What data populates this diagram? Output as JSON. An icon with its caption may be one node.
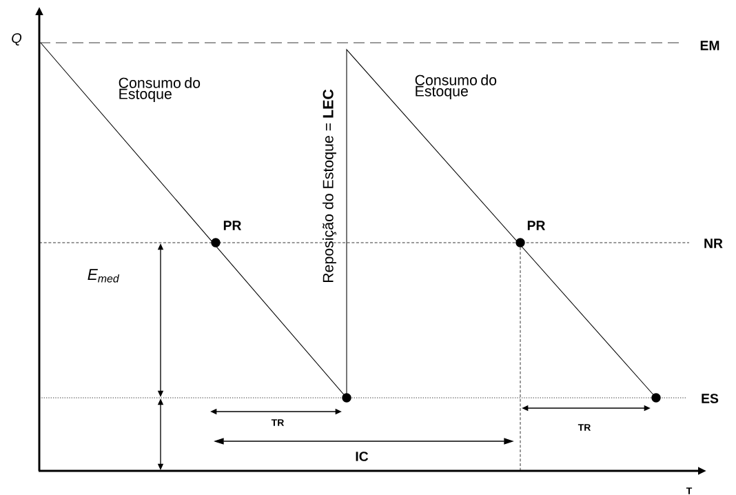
{
  "diagram": {
    "nodes": [
      {
        "text": [],
        "shape": "circle",
        "beside": [
          "PR"
        ]
      },
      {
        "text": [],
        "shape": "circle"
      },
      {
        "text": [],
        "shape": "circle",
        "beside": [
          "PR"
        ]
      },
      {
        "text": [],
        "shape": "circle"
      }
    ],
    "labels": [
      "Q",
      "EM",
      "Consumo do Estoque",
      "Reposição do Estoque = **LEC**",
      "Consumo do Estoque",
      "NR",
      "E$_{med}$",
      "ES",
      "TR",
      "IC",
      "TR",
      "T"
    ]
  }
}
